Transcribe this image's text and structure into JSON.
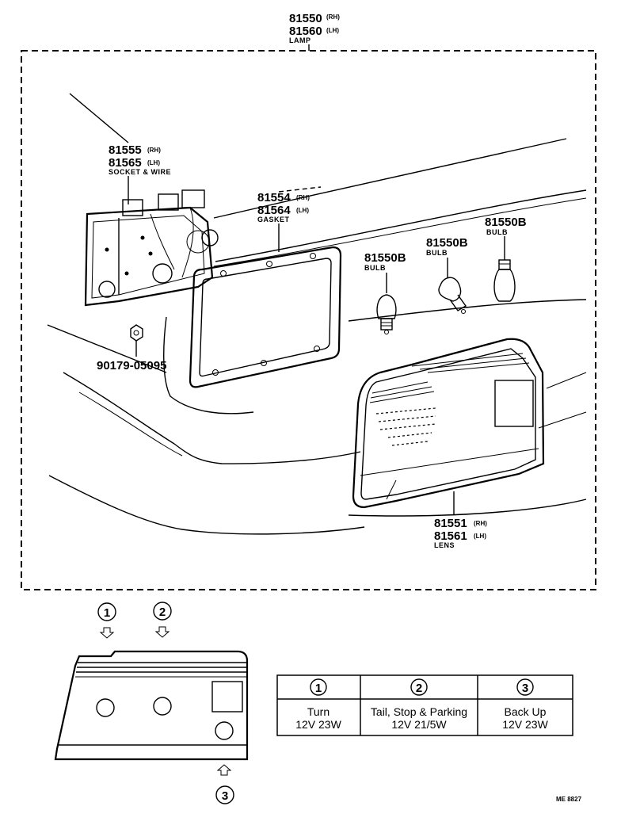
{
  "lamp": {
    "pn_rh": "81550",
    "rh": "(RH)",
    "pn_lh": "81560",
    "lh": "(LH)",
    "name": "LAMP"
  },
  "socket": {
    "pn_rh": "81555",
    "rh": "(RH)",
    "pn_lh": "81565",
    "lh": "(LH)",
    "name": "SOCKET & WIRE"
  },
  "gasket": {
    "pn_rh": "81554",
    "rh": "(RH)",
    "pn_lh": "81564",
    "lh": "(LH)",
    "name": "GASKET"
  },
  "bulbs": [
    {
      "pn": "81550B",
      "name": "BULB"
    },
    {
      "pn": "81550B",
      "name": "BULB"
    },
    {
      "pn": "81550B",
      "name": "BULB"
    }
  ],
  "screw": {
    "pn": "90179-05095"
  },
  "lens": {
    "pn_rh": "81551",
    "rh": "(RH)",
    "pn_lh": "81561",
    "lh": "(LH)",
    "name": "LENS"
  },
  "callouts": [
    "1",
    "2",
    "3"
  ],
  "table": {
    "headers": [
      "1",
      "2",
      "3"
    ],
    "rows": [
      [
        "Turn",
        "Tail, Stop & Parking",
        "Back Up"
      ],
      [
        "12V 23W",
        "12V 21/5W",
        "12V 23W"
      ]
    ]
  },
  "code": "ME 8827"
}
